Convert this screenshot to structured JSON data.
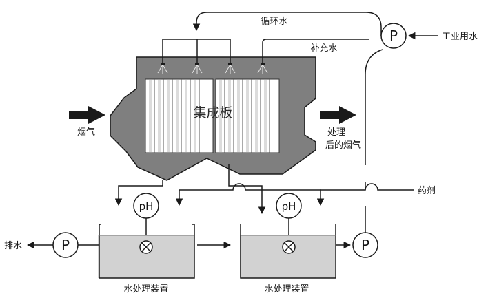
{
  "labels": {
    "circulating_water": "循环水",
    "makeup_water": "补充水",
    "industrial_water": "工业用水",
    "panel": "集成板",
    "flue_gas": "烟气",
    "treated_line1": "处理",
    "treated_line2": "后的烟气",
    "chemicals": "药剂",
    "discharge": "排水",
    "tank1": "水处理装置",
    "tank2": "水处理装置",
    "pump": "P",
    "ph": "pH"
  },
  "colors": {
    "line": "#1a1a1a",
    "housing": "#7f7f7f",
    "panel_fill": "#ffffff",
    "tank_water": "#d2d2d2",
    "background": "#ffffff"
  },
  "icons": [
    "pump-icon",
    "ph-sensor-icon",
    "mixer-valve-icon",
    "spray-nozzle-icon",
    "flow-arrow-icon"
  ]
}
